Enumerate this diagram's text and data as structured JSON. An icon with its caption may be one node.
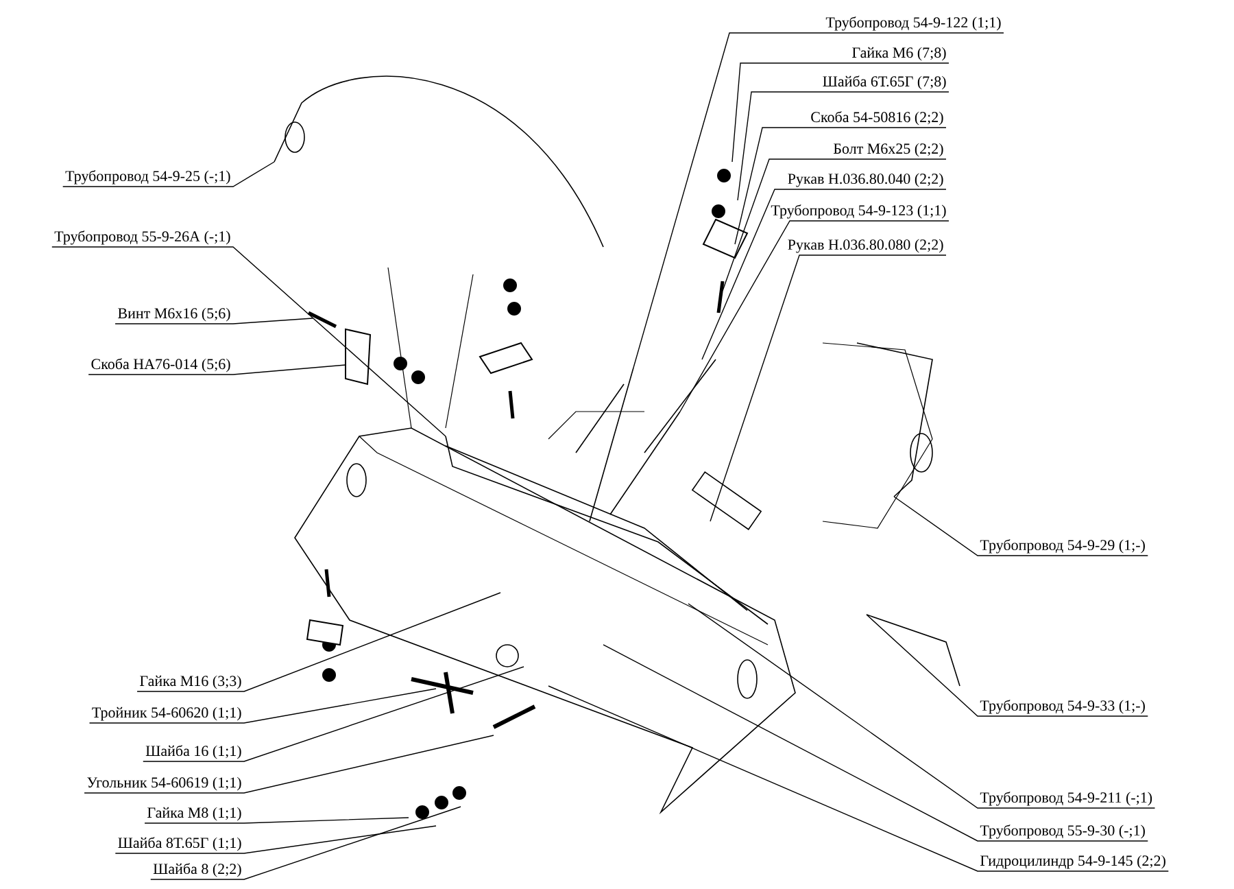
{
  "diagram": {
    "nodes": [
      {
        "text": [
          "Трубопровод 54-9-122 (1;1)"
        ]
      },
      {
        "text": [
          "Гайка М6 (7;8)"
        ]
      },
      {
        "text": [
          "Шайба 6Т.65Г (7;8)"
        ]
      },
      {
        "text": [
          "Скоба 54-50816 (2;2)"
        ]
      },
      {
        "text": [
          "Болт М6х25 (2;2)"
        ]
      },
      {
        "text": [
          "Рукав Н.036.80.040 (2;2)"
        ]
      },
      {
        "text": [
          "Трубопровод 54-9-123 (1;1)"
        ]
      },
      {
        "text": [
          "Рукав Н.036.80.080 (2;2)"
        ]
      },
      {
        "text": [
          "Трубопровод 54-9-25 (-;1)"
        ]
      },
      {
        "text": [
          "Трубопровод 55-9-26А (-;1)"
        ]
      },
      {
        "text": [
          "Винт М6х16 (5;6)"
        ]
      },
      {
        "text": [
          "Скоба НА76-014 (5;6)"
        ]
      },
      {
        "text": [
          "Трубопровод 54-9-29 (1;-)"
        ]
      },
      {
        "text": [
          "Трубопровод 54-9-33 (1;-)"
        ]
      },
      {
        "text": [
          "Трубопровод 54-9-211 (-;1)"
        ]
      },
      {
        "text": [
          "Трубопровод 55-9-30 (-;1)"
        ]
      },
      {
        "text": [
          "Гидроцилиндр 54-9-145 (2;2)"
        ]
      },
      {
        "text": [
          "Гайка М16 (3;3)"
        ]
      },
      {
        "text": [
          "Тройник 54-60620 (1;1)"
        ]
      },
      {
        "text": [
          "Шайба 16 (1;1)"
        ]
      },
      {
        "text": [
          "Угольник 54-60619 (1;1)"
        ]
      },
      {
        "text": [
          "Гайка М8 (1;1)"
        ]
      },
      {
        "text": [
          "Шайба 8Т.65Г (1;1)"
        ]
      },
      {
        "text": [
          "Шайба 8 (2;2)"
        ]
      }
    ],
    "edges": [
      {
        "from": 0,
        "to": null,
        "arrow": "none"
      },
      {
        "from": 1,
        "to": null,
        "arrow": "none"
      },
      {
        "from": 2,
        "to": null,
        "arrow": "none"
      },
      {
        "from": 3,
        "to": null,
        "arrow": "none"
      },
      {
        "from": 4,
        "to": null,
        "arrow": "none"
      },
      {
        "from": 5,
        "to": null,
        "arrow": "none"
      },
      {
        "from": 6,
        "to": null,
        "arrow": "none"
      },
      {
        "from": 7,
        "to": null,
        "arrow": "none"
      },
      {
        "from": 8,
        "to": null,
        "arrow": "none"
      },
      {
        "from": 9,
        "to": null,
        "arrow": "none"
      },
      {
        "from": 10,
        "to": null,
        "arrow": "none"
      },
      {
        "from": 11,
        "to": null,
        "arrow": "none"
      },
      {
        "from": 12,
        "to": null,
        "arrow": "none"
      },
      {
        "from": 13,
        "to": null,
        "arrow": "none"
      },
      {
        "from": 14,
        "to": null,
        "arrow": "none"
      },
      {
        "from": 15,
        "to": null,
        "arrow": "none"
      },
      {
        "from": 16,
        "to": null,
        "arrow": "none"
      },
      {
        "from": 17,
        "to": null,
        "arrow": "none"
      },
      {
        "from": 18,
        "to": null,
        "arrow": "none"
      },
      {
        "from": 19,
        "to": null,
        "arrow": "none"
      },
      {
        "from": 20,
        "to": null,
        "arrow": "none"
      },
      {
        "from": 21,
        "to": null,
        "arrow": "none"
      },
      {
        "from": 22,
        "to": null,
        "arrow": "none"
      },
      {
        "from": 23,
        "to": null,
        "arrow": "none"
      }
    ]
  }
}
